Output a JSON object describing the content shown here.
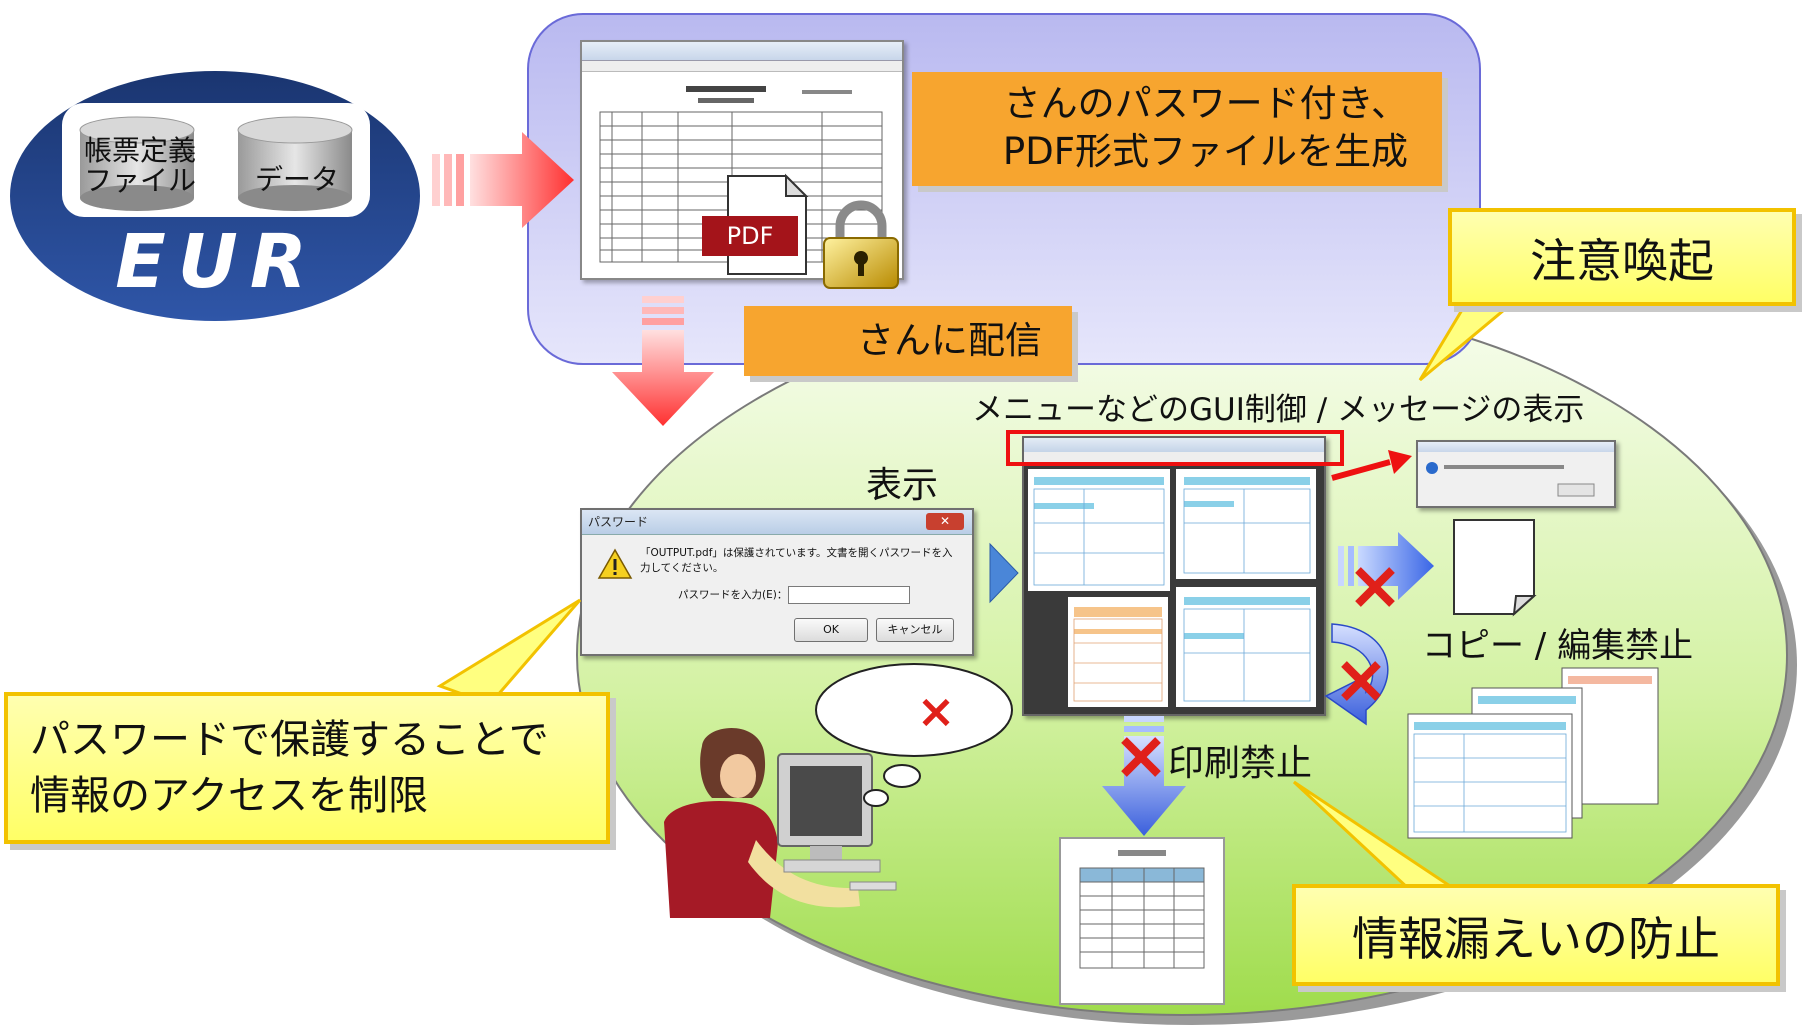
{
  "eur": {
    "logo": "EUR",
    "db_def_label": "帳票定義\nファイル",
    "db_data_label": "データ"
  },
  "pdf_generation": {
    "text": "さんのパスワード付き、\nPDF形式ファイルを生成",
    "pdf_badge": "PDF"
  },
  "distribution": {
    "text": "さんに配信"
  },
  "attention_callout": {
    "text": "注意喚起"
  },
  "gui_control_label": "メニューなどのGUI制御 / メッセージの表示",
  "display_label": "表示",
  "password_dialog": {
    "title": "パスワード",
    "message": "「OUTPUT.pdf」は保護されています。文書を開くパスワードを入力してください。",
    "field_label": "パスワードを入力(E)：",
    "ok_label": "OK",
    "cancel_label": "キャンセル"
  },
  "password_callout": {
    "text": "パスワードで保護することで\n情報のアクセスを制限"
  },
  "copy_edit_label": "コピー / 編集禁止",
  "print_label": "印刷禁止",
  "leak_callout": {
    "text": "情報漏えいの防止"
  },
  "thought_bubble_mark": "×",
  "colors": {
    "accent_orange": "#f7a52f",
    "callout_yellow": "#ffff66",
    "prohibited_red": "#e0201a",
    "eur_navy": "#1c3a7a",
    "ellipse_green": "#b8e86a"
  }
}
